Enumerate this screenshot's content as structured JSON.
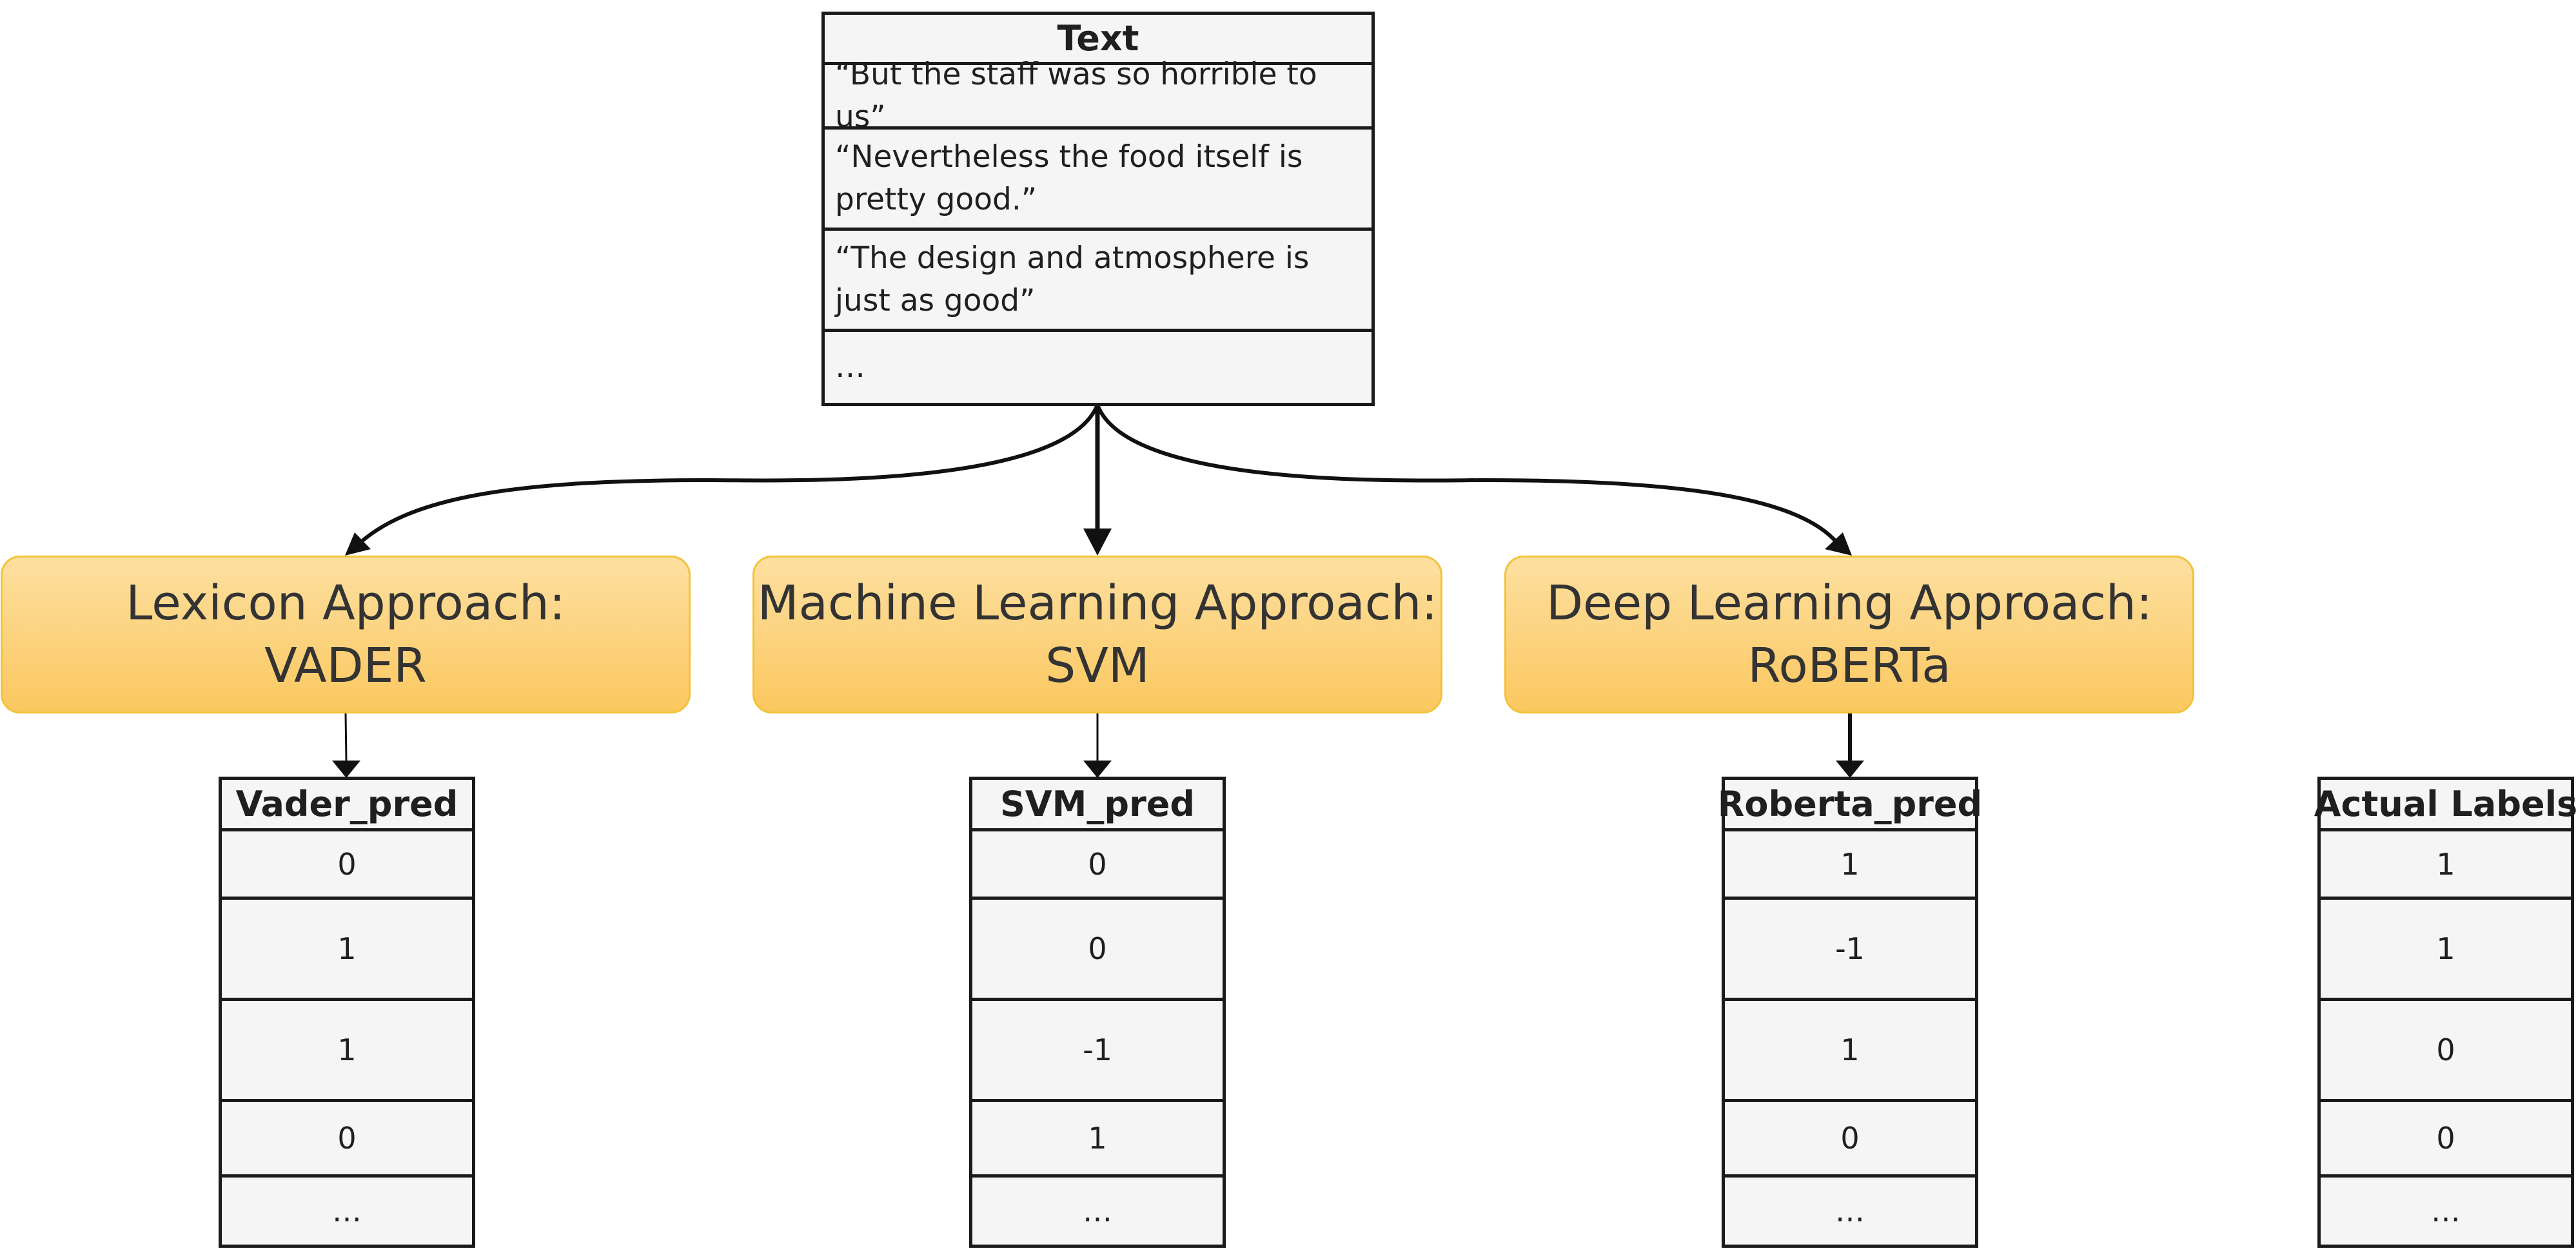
{
  "text_table": {
    "header": "Text",
    "rows": [
      "“But the staff was so horrible to us”",
      "“Nevertheless the food itself is pretty good.”",
      "“The design and atmosphere is just as good”",
      "…"
    ]
  },
  "approaches": [
    {
      "line1": "Lexicon Approach:",
      "line2": "VADER"
    },
    {
      "line1": "Machine Learning Approach:",
      "line2": "SVM"
    },
    {
      "line1": "Deep Learning Approach:",
      "line2": "RoBERTa"
    }
  ],
  "tables": [
    {
      "header": "Vader_pred",
      "values": [
        "0",
        "1",
        "1",
        "0",
        "…"
      ]
    },
    {
      "header": "SVM_pred",
      "values": [
        "0",
        "0",
        "-1",
        "1",
        "…"
      ]
    },
    {
      "header": "Roberta_pred",
      "values": [
        "1",
        "-1",
        "1",
        "0",
        "…"
      ]
    },
    {
      "header": "Actual Labels",
      "values": [
        "1",
        "1",
        "0",
        "0",
        "…"
      ]
    }
  ],
  "colors": {
    "approach_fill": "#fcd27d",
    "approach_border": "#f2c23a",
    "table_fill": "#f5f5f5",
    "line": "#1a1a1a"
  }
}
